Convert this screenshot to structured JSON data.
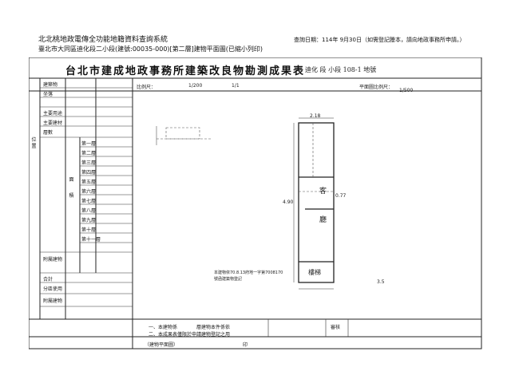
{
  "header": {
    "system_title": "北北桃地政電傳全功能地籍資料查詢系統",
    "subtitle": "臺北市大同區迪化段二小段(建號:00035-000)[第二層]建物平面圖(已縮小列印)",
    "query_date": "查詢日期：114年 9月30日（如需登記謄本，請向地政事務所申請。）"
  },
  "sheet": {
    "title": "台北市建成地政事務所建築改良物勘測成果表",
    "header_fields": [
      "比例尺：",
      "平面圖比例尺："
    ],
    "scale_values": [
      "1/200",
      "1/1",
      "1/500"
    ],
    "handwritten_top": "迪化 段 小段 108-1 地號",
    "row_labels_left": [
      "建築物",
      "坐落",
      "主要用途",
      "主要建材",
      "層數"
    ],
    "floor_labels": [
      "第一層",
      "第二層",
      "第三層",
      "第四層",
      "第五層",
      "第六層",
      "第七層",
      "第八層",
      "第九層",
      "第十層",
      "第十一層"
    ],
    "side_labels": [
      "位置",
      "面",
      "積",
      "附屬建物",
      "合計"
    ],
    "bottom_rows": [
      "分區使用",
      "附屬建物"
    ],
    "notes": [
      "一、本建物係",
      "層建物本件係依",
      "二、本成果表僅限於申請建物登記之用"
    ],
    "stamp_labels": [
      "審核",
      "印"
    ],
    "footer": "（建物平面圖）",
    "plan_labels": [
      "客",
      "廳",
      "樓梯"
    ],
    "stamp_text": "本建物依70.8.13府地一字第7008170號函建築物登記",
    "dimensions": [
      "2.18",
      "0.77",
      "4.90",
      "3.5"
    ]
  }
}
